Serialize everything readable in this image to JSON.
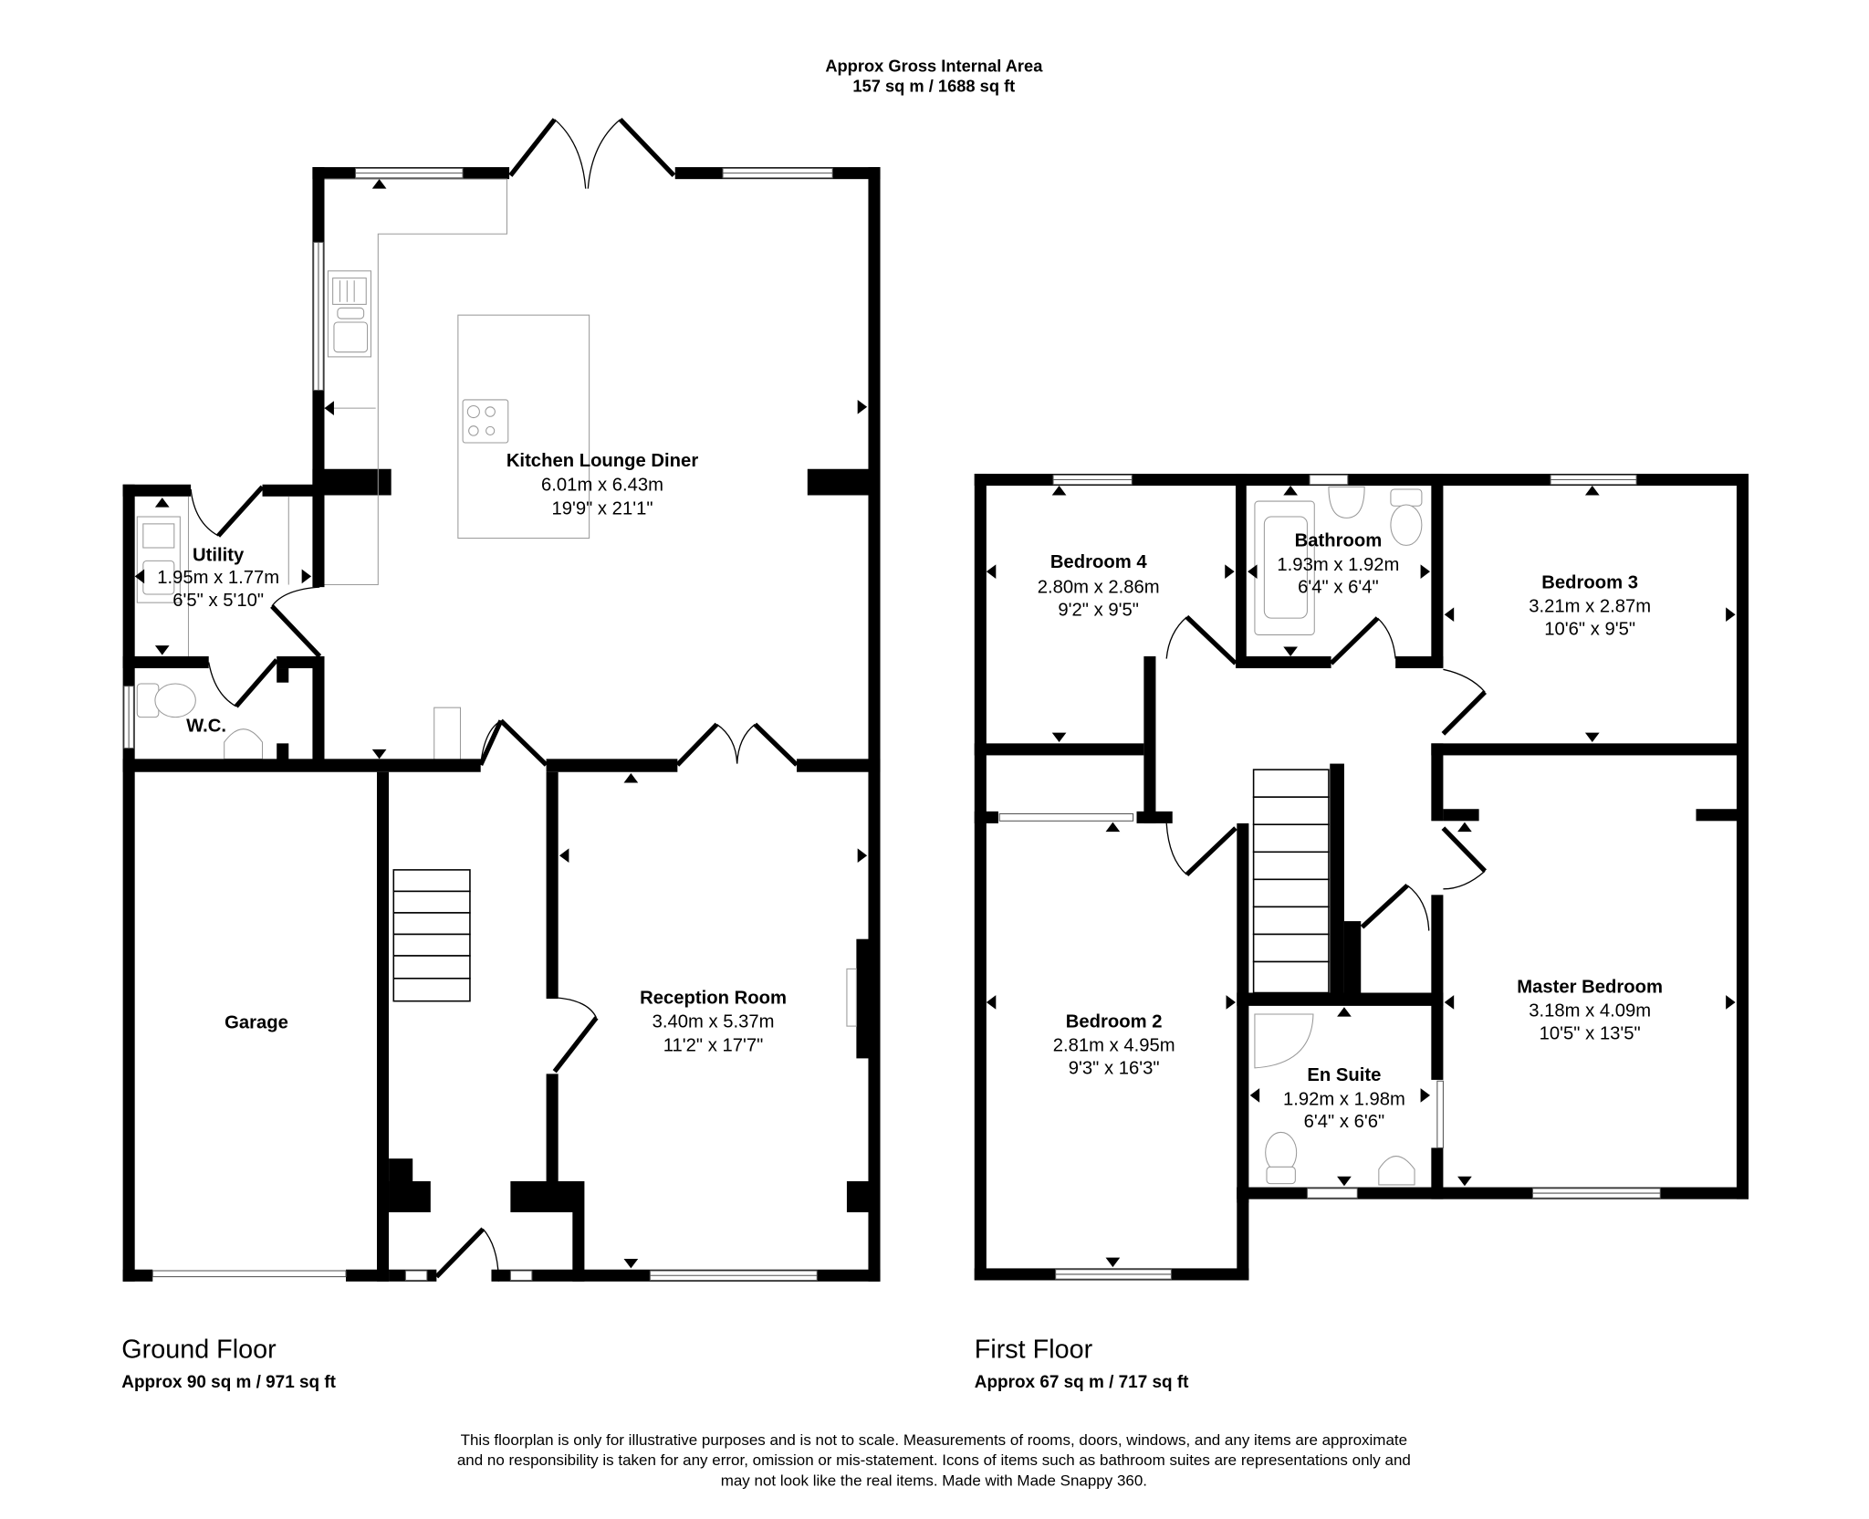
{
  "header": {
    "title": "Approx Gross Internal Area",
    "area": "157 sq m / 1688 sq ft"
  },
  "ground_floor": {
    "label": "Ground Floor",
    "area": "Approx 90 sq m / 971 sq ft",
    "rooms": {
      "kitchen": {
        "name": "Kitchen Lounge Diner",
        "metric": "6.01m x 6.43m",
        "imperial": "19'9\" x 21'1\""
      },
      "utility": {
        "name": "Utility",
        "metric": "1.95m x 1.77m",
        "imperial": "6'5\" x 5'10\""
      },
      "wc": {
        "name": "W.C."
      },
      "garage": {
        "name": "Garage"
      },
      "reception": {
        "name": "Reception Room",
        "metric": "3.40m x 5.37m",
        "imperial": "11'2\" x 17'7\""
      }
    }
  },
  "first_floor": {
    "label": "First Floor",
    "area": "Approx 67 sq m / 717 sq ft",
    "rooms": {
      "bedroom4": {
        "name": "Bedroom 4",
        "metric": "2.80m x 2.86m",
        "imperial": "9'2\" x 9'5\""
      },
      "bathroom": {
        "name": "Bathroom",
        "metric": "1.93m x 1.92m",
        "imperial": "6'4\" x 6'4\""
      },
      "bedroom3": {
        "name": "Bedroom 3",
        "metric": "3.21m x 2.87m",
        "imperial": "10'6\" x 9'5\""
      },
      "bedroom2": {
        "name": "Bedroom 2",
        "metric": "2.81m x 4.95m",
        "imperial": "9'3\" x 16'3\""
      },
      "ensuite": {
        "name": "En Suite",
        "metric": "1.92m x 1.98m",
        "imperial": "6'4\" x 6'6\""
      },
      "master": {
        "name": "Master Bedroom",
        "metric": "3.18m x 4.09m",
        "imperial": "10'5\" x 13'5\""
      }
    }
  },
  "disclaimer": {
    "line1": "This floorplan is only for illustrative purposes and is not to scale. Measurements of rooms, doors, windows, and any items are approximate",
    "line2": "and no responsibility is taken for any error, omission or mis-statement. Icons of items such as bathroom suites are representations only and",
    "line3": "may not look like the real items. Made with Made Snappy 360."
  },
  "colors": {
    "wall": "#000000",
    "fixture_outline": "#9a9a9a",
    "background": "#ffffff"
  }
}
